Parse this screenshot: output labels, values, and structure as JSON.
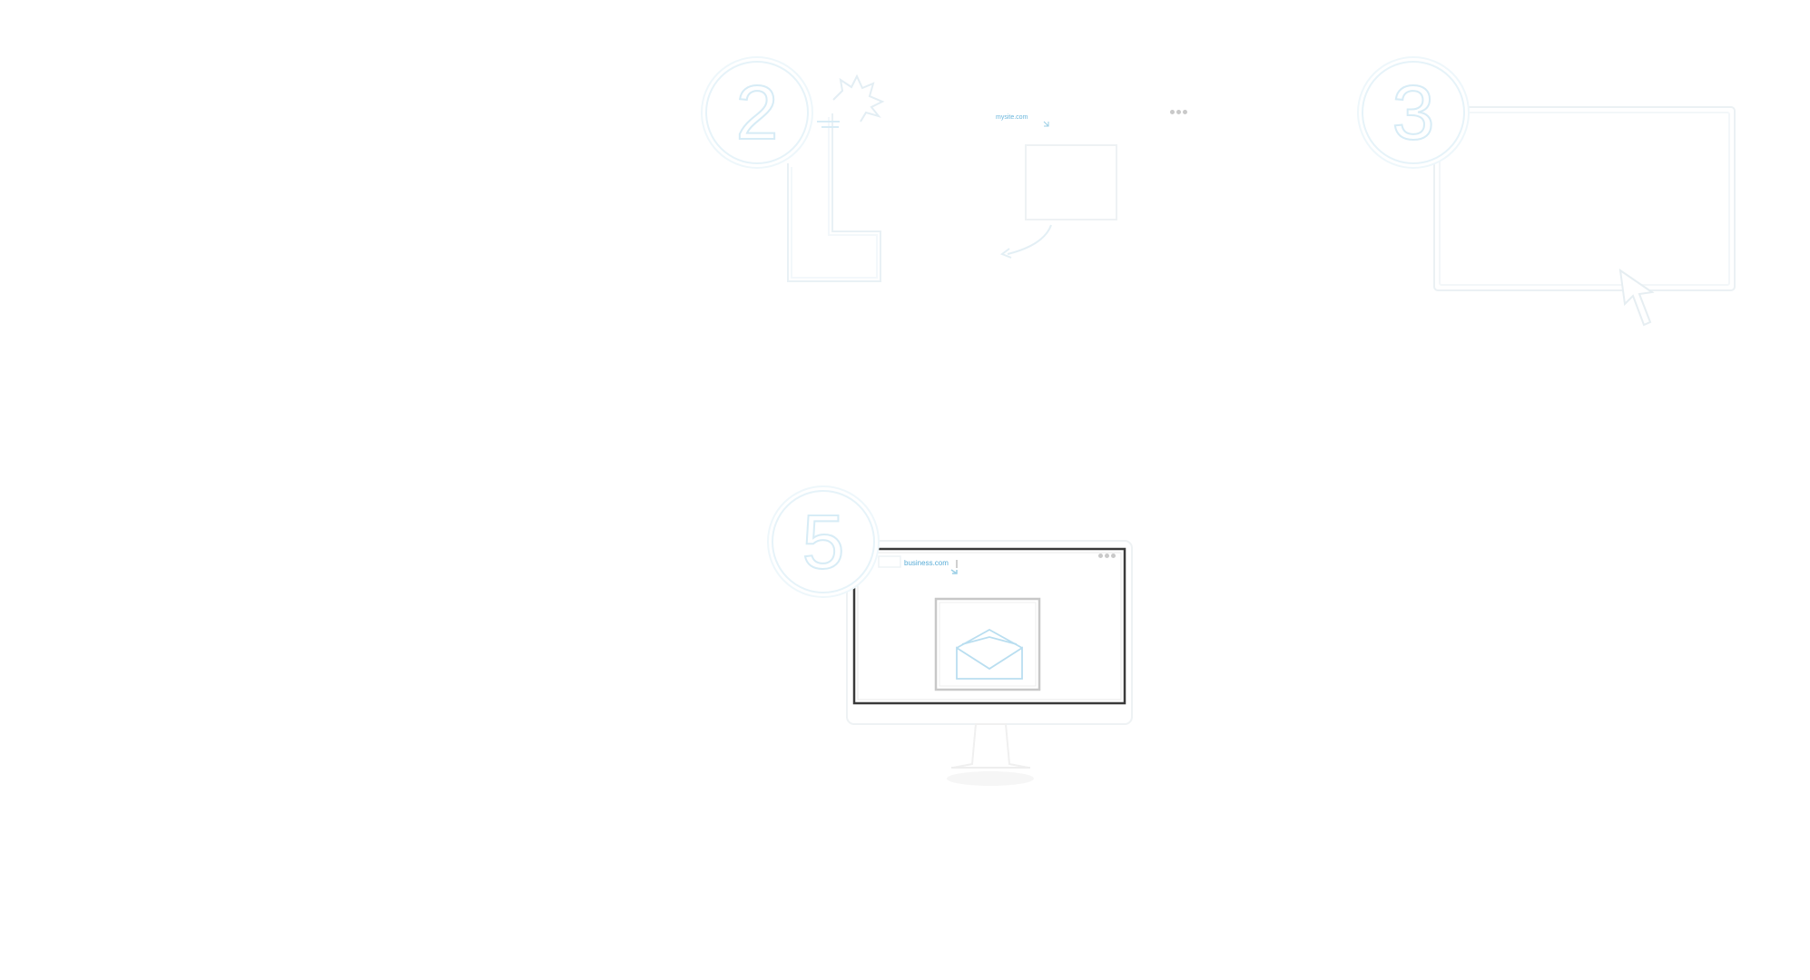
{
  "steps": [
    {
      "number": "2"
    },
    {
      "number": "3"
    },
    {
      "number": "5"
    }
  ],
  "browser_step2": {
    "url": "mysite.com"
  },
  "monitor_step5": {
    "url": "business.com"
  },
  "icons": {
    "explosion": "burst-icon",
    "cursor": "mouse-pointer-icon",
    "mail": "envelope-icon",
    "window_controls": "three-dots-icon"
  },
  "colors": {
    "accent": "#58acd7",
    "outline": "#e8f2f7",
    "screen_frame": "#3a3a3a",
    "dots": "#c9c9c9"
  }
}
